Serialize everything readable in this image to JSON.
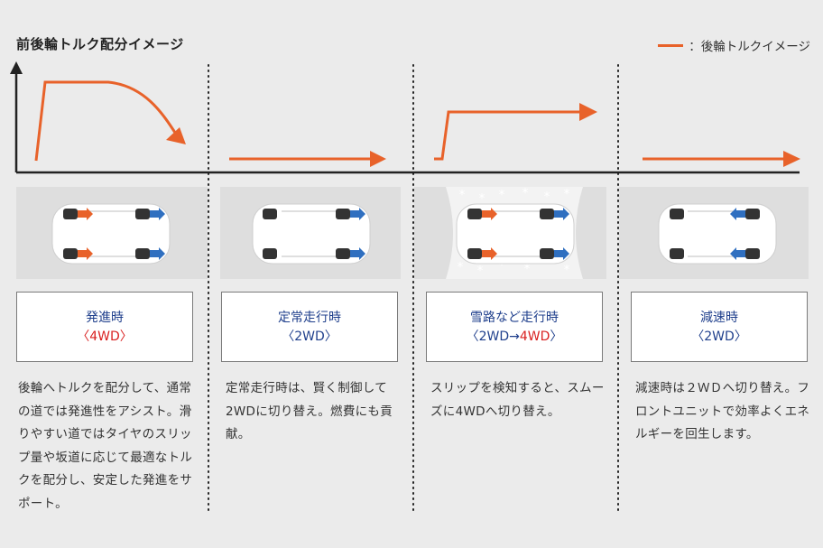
{
  "title": "前後輪トルク配分イメージ",
  "legend": {
    "label": "：後輪トルクイメージ",
    "color": "#e8622a"
  },
  "colors": {
    "torque": "#e8622a",
    "front_arrow": "#2f6fc0",
    "mode_text": "#1f3f8c",
    "highlight": "#d92020"
  },
  "panels": [
    {
      "mode": "発進時",
      "wd": "〈4WD〉",
      "wd_color": "red",
      "description": "後輪へトルクを配分して、通常の道では発進性をアシスト。滑りやすい道ではタイヤのスリップ量や坂道に応じて最適なトルクを配分し、安定した発進をサポート。",
      "rear_arrows": "orange-forward",
      "front_arrows": "blue-forward"
    },
    {
      "mode": "定常走行時",
      "wd": "〈2WD〉",
      "description": "定常走行時は、賢く制御して2WDに切り替え。燃費にも貢献。",
      "front_arrows": "blue-forward"
    },
    {
      "mode": "雪路など走行時",
      "wd_prefix": "〈2WD→",
      "wd_highlight": "4WD",
      "wd_suffix": "〉",
      "description": "スリップを検知すると、スムーズに4WDへ切り替え。",
      "rear_arrows": "orange-forward",
      "front_arrows": "blue-forward",
      "snow": true
    },
    {
      "mode": "減速時",
      "wd": "〈2WD〉",
      "description": "減速時は２ＷＤへ切り替え。フロントユニットで効率よくエネルギーを回生します。",
      "front_arrows": "blue-backward"
    }
  ]
}
